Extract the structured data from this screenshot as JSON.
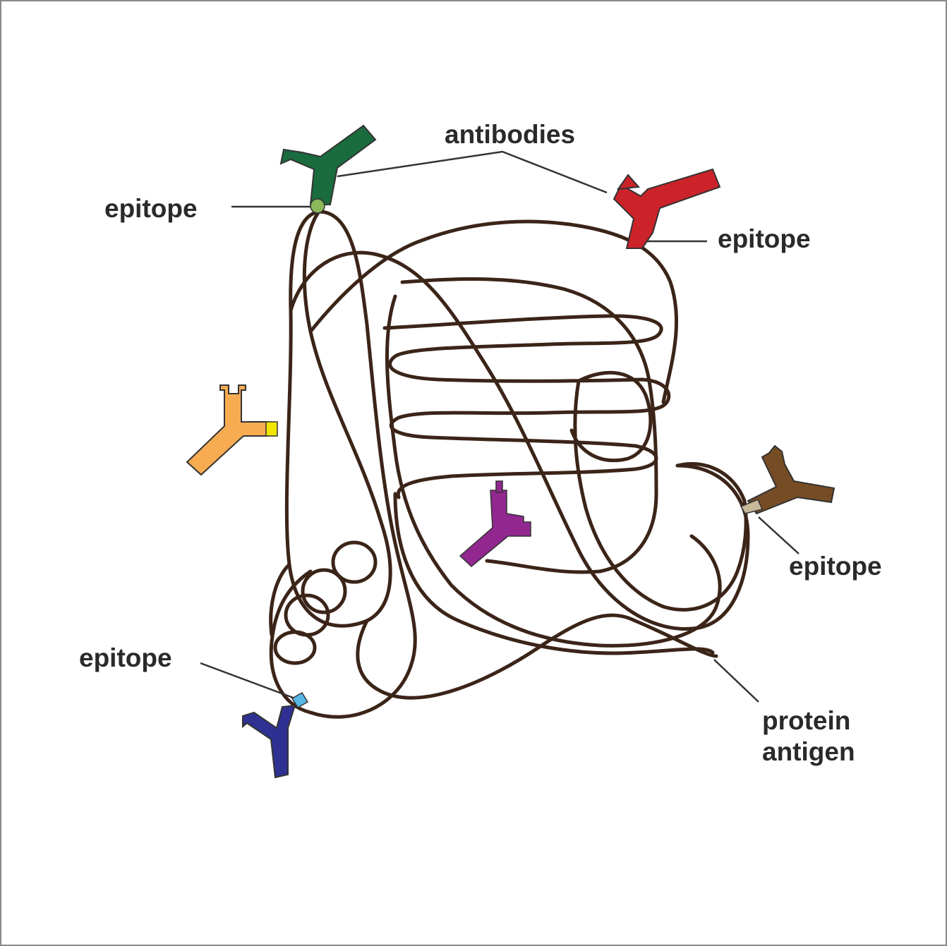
{
  "diagram": {
    "labels": {
      "antibodies": "antibodies",
      "epitope_top_left": "epitope",
      "epitope_top_right": "epitope",
      "epitope_right": "epitope",
      "epitope_bottom_left": "epitope",
      "protein_line1": "protein",
      "protein_line2": "antigen"
    },
    "colors": {
      "protein_chain": "#3b2418",
      "leader_line": "#333333",
      "antibody_green": "#1a6b3e",
      "epitope_green": "#8ab85a",
      "antibody_red": "#cc2229",
      "antibody_orange": "#f7ac52",
      "epitope_yellow": "#f2e600",
      "antibody_purple": "#92278f",
      "antibody_brown": "#754c24",
      "epitope_tan": "#c9b79a",
      "antibody_blue": "#2e3192",
      "epitope_cyan": "#56b6e6"
    }
  }
}
